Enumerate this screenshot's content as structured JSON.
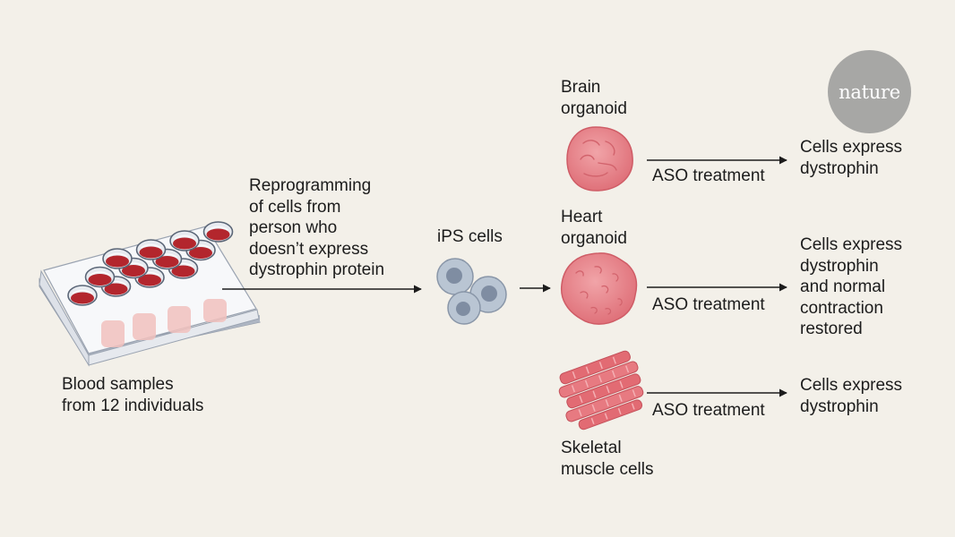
{
  "figure": {
    "blood_samples_label": "Blood samples\nfrom 12 individuals",
    "reprogramming_label": "Reprogramming\nof cells from\nperson who\ndoesn’t express\ndystrophin protein",
    "ips_label": "iPS cells",
    "brain_label": "Brain\norganoid",
    "heart_label": "Heart\norganoid",
    "skeletal_label": "Skeletal\nmuscle cells",
    "treatment_brain": "ASO treatment",
    "treatment_heart": "ASO treatment",
    "treatment_muscle": "ASO treatment",
    "outcome_brain": "Cells express\ndystrophin",
    "outcome_heart": "Cells express\ndystrophin\nand normal\ncontraction\nrestored",
    "outcome_muscle": "Cells express\ndystrophin",
    "well_count": 12
  },
  "logo": {
    "text": "nature"
  },
  "colors": {
    "background": "#f3f0e9",
    "organoid": "#e8838a",
    "blood": "#b3262d",
    "ips_cell": "#b9c5d3",
    "logo": "#a7a7a5"
  }
}
